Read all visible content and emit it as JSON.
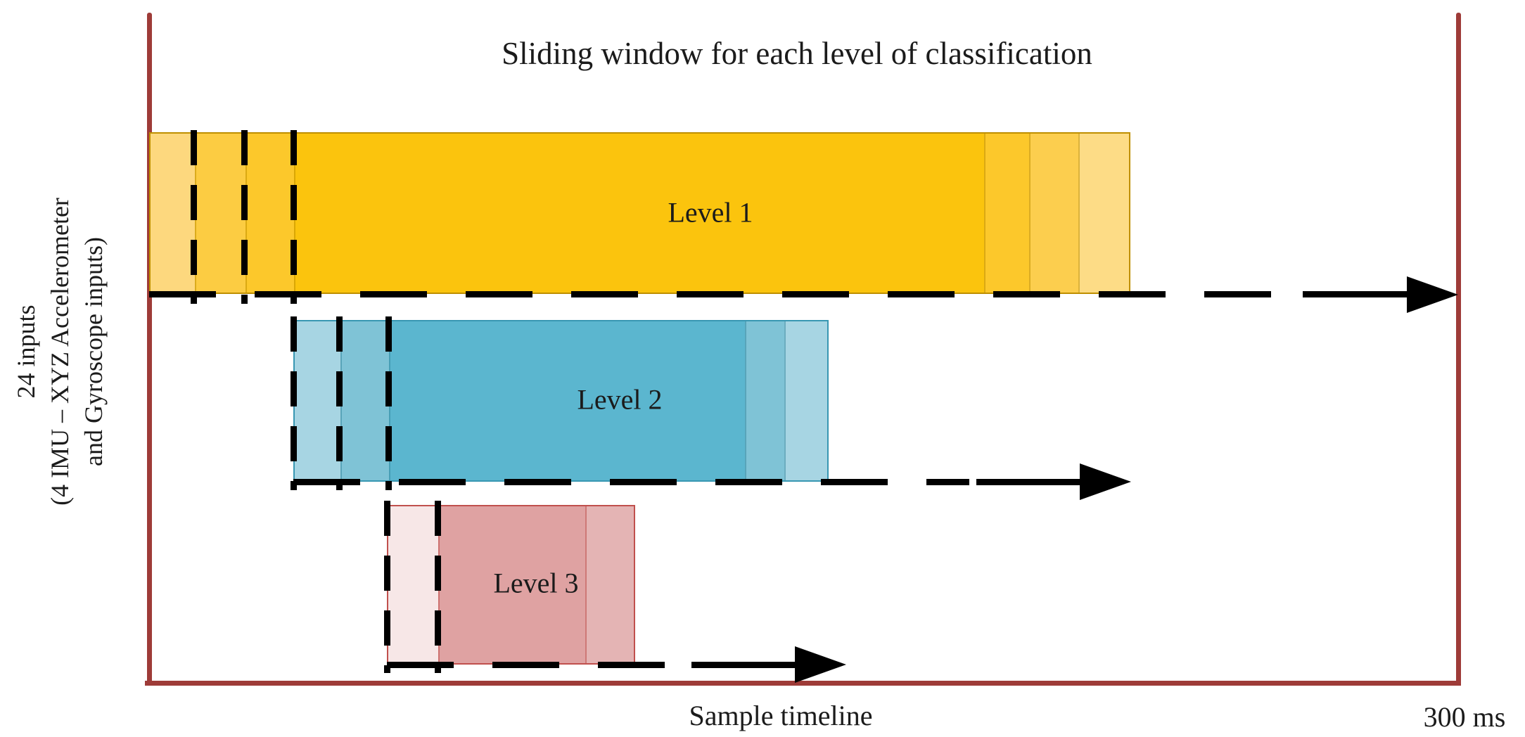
{
  "title": "Sliding window for each level of classification",
  "y_axis": {
    "line1": "24 inputs",
    "line2": "(4 IMU – XYZ Accelerometer",
    "line3": "and Gyroscope inputs)"
  },
  "x_axis": {
    "label": "Sample timeline",
    "end_value": "300 ms"
  },
  "levels": [
    {
      "label": "Level 1",
      "main_color": "#FBC40D",
      "border_color": "#BF8F00",
      "segment_colors": [
        "#FDD87E",
        "#FCCC42",
        "#FCC82B",
        "#FBC40D",
        "#FCC82B",
        "#FCCE4E",
        "#FDDC86"
      ]
    },
    {
      "label": "Level 2",
      "main_color": "#5BB6CF",
      "border_color": "#3897B2",
      "segment_colors": [
        "#A7D5E3",
        "#7FC3D6",
        "#5BB6CF",
        "#7FC3D6",
        "#A7D5E3"
      ]
    },
    {
      "label": "Level 3",
      "main_color": "#DFA2A2",
      "border_color": "#C0504D",
      "segment_colors": [
        "#F7E7E7",
        "#DFA2A2",
        "#E4B4B4"
      ]
    }
  ],
  "frame_color": "#9E3B38",
  "dash_color": "#000000"
}
